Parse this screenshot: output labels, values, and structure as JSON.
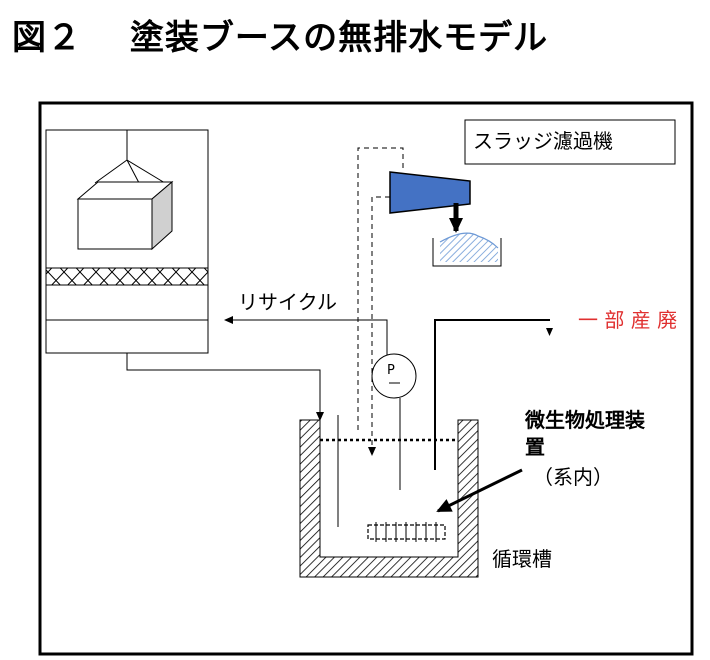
{
  "title": "図２　 塗装ブースの無排水モデル",
  "labels": {
    "sludge_filter": "スラッジ濾過機",
    "recycle": "リサイクル",
    "partial_waste": "一 部 産 廃",
    "pump": "P",
    "microbe_line1": "微生物処理装",
    "microbe_line2": "置",
    "microbe_line3": "（系内）",
    "circulation_tank": "循環槽"
  },
  "colors": {
    "filter_body": "#4472c4",
    "sludge": "#6e9ad6",
    "partial_waste_text": "#e03030",
    "line": "#000000"
  }
}
